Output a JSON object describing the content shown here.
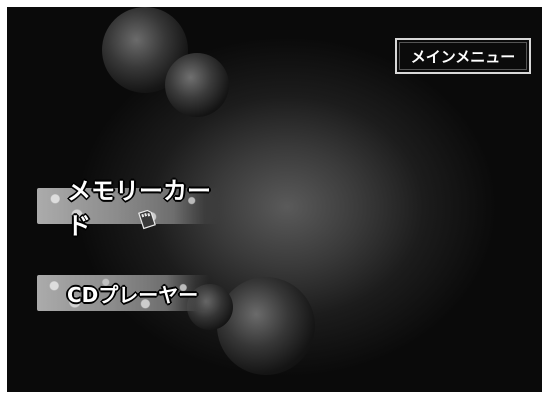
{
  "main_menu": {
    "label": "メインメニュー"
  },
  "sources": [
    {
      "label": "メモリーカード",
      "icon": "memory-card-icon"
    },
    {
      "label": "CDプレーヤー"
    }
  ],
  "colors": {
    "screen_background": "#0a0a0a",
    "button_border": "#d8d8d8",
    "text": "#ffffff",
    "card_fill": "#a9a9a9"
  }
}
